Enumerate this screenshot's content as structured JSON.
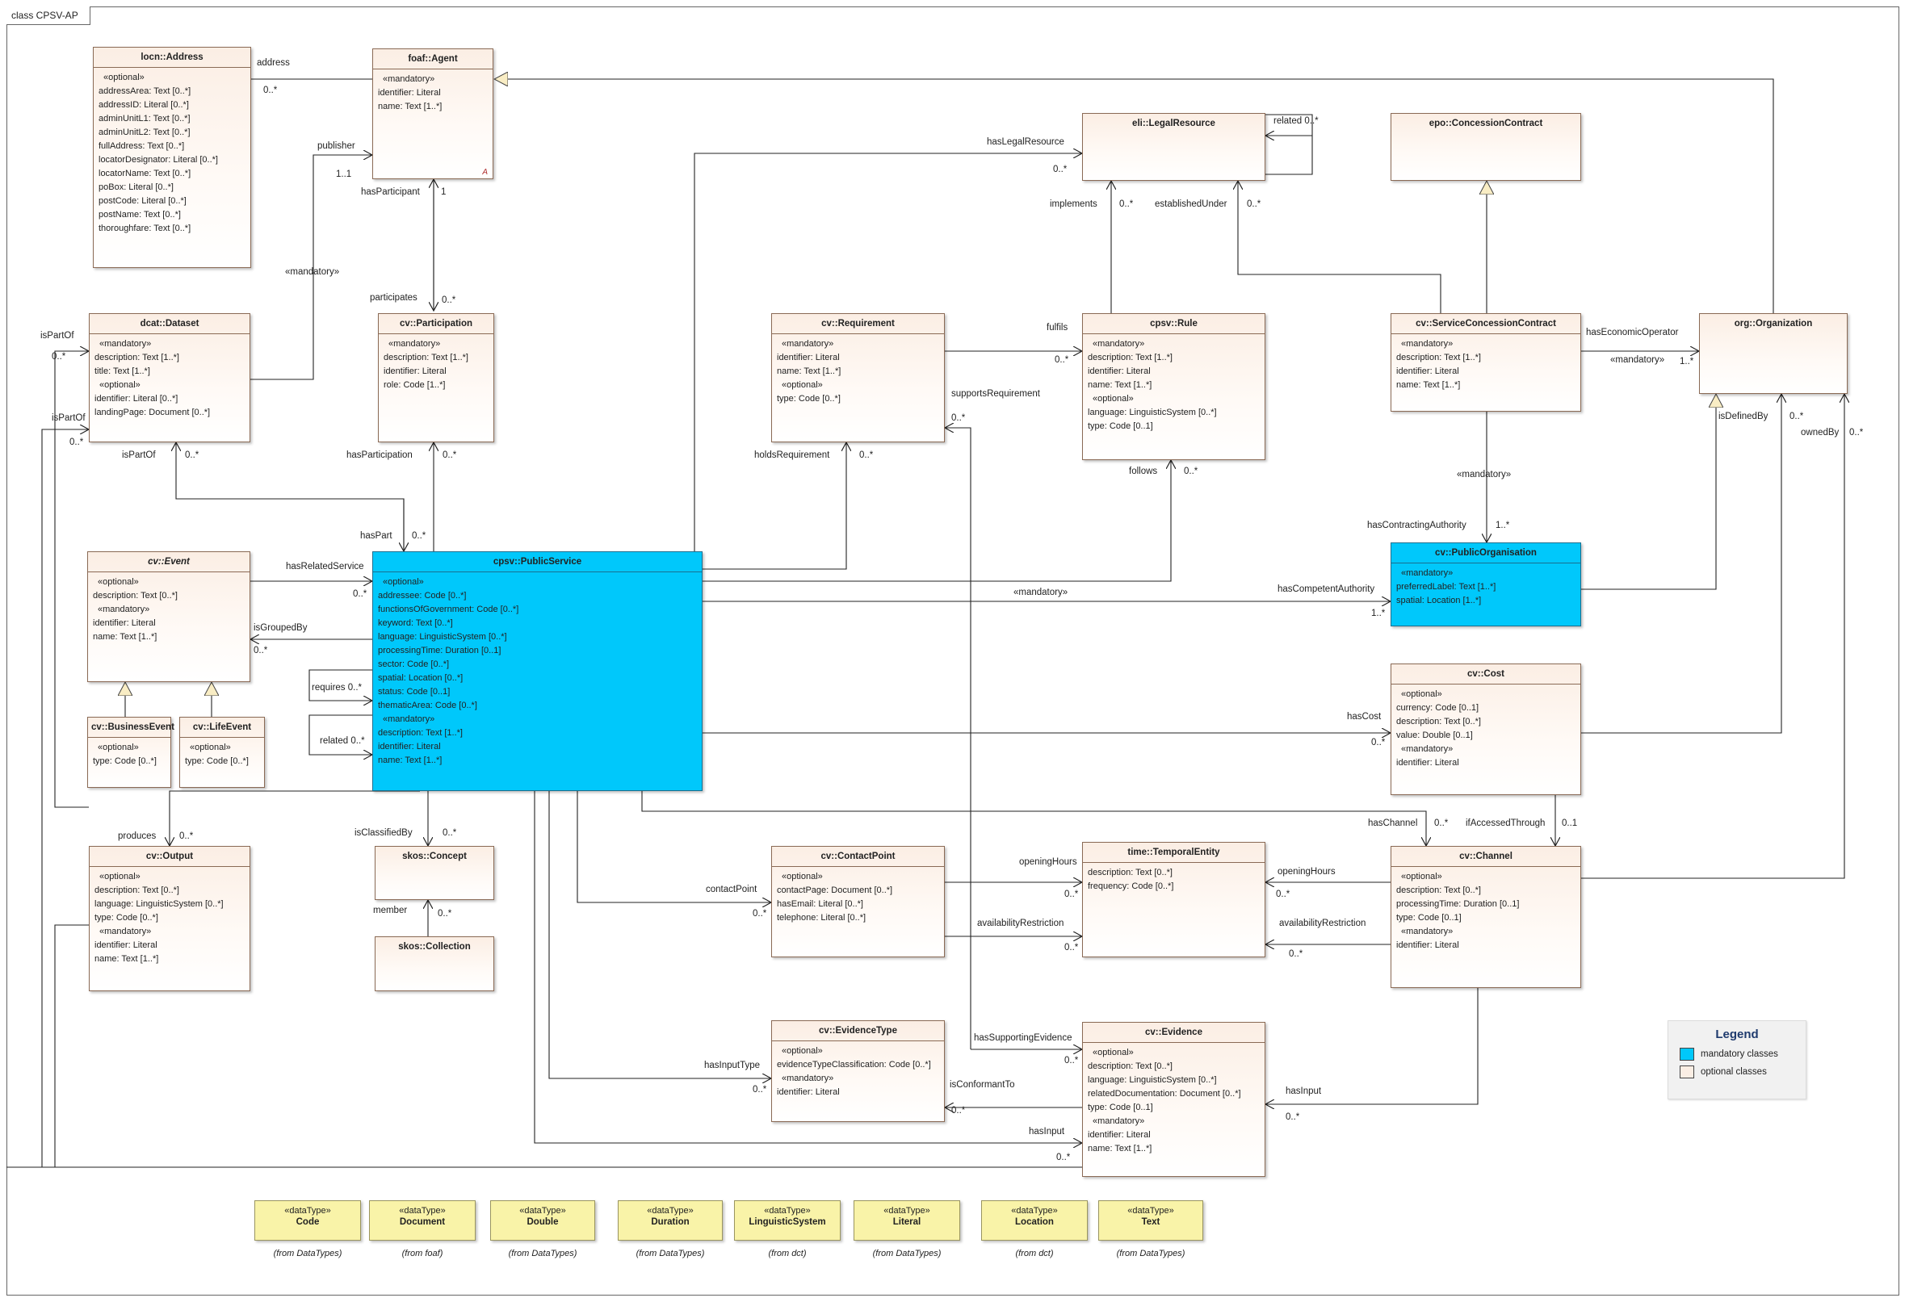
{
  "frame_title": "class CPSV-AP",
  "colors": {
    "mandatory": "#00c8fb",
    "optional": "#fbeee4",
    "datatype": "#f9f3a8"
  },
  "classes": {
    "address": {
      "name": "locn::Address",
      "lines": [
        "«optional»",
        "addressArea: Text [0..*]",
        "addressID: Literal [0..*]",
        "adminUnitL1: Text [0..*]",
        "adminUnitL2: Text [0..*]",
        "fullAddress: Text [0..*]",
        "locatorDesignator: Literal [0..*]",
        "locatorName: Text [0..*]",
        "poBox: Literal [0..*]",
        "postCode: Literal [0..*]",
        "postName: Text [0..*]",
        "thoroughfare: Text [0..*]"
      ]
    },
    "agent": {
      "name": "foaf::Agent",
      "lines": [
        "«mandatory»",
        "identifier: Literal",
        "name: Text [1..*]"
      ],
      "abstract_mark": "A"
    },
    "legal_resource": {
      "name": "eli::LegalResource",
      "lines": []
    },
    "concession_contract": {
      "name": "epo::ConcessionContract",
      "lines": []
    },
    "dataset": {
      "name": "dcat::Dataset",
      "lines": [
        "«mandatory»",
        "description: Text [1..*]",
        "title: Text [1..*]",
        "«optional»",
        "identifier: Literal [0..*]",
        "landingPage: Document [0..*]"
      ]
    },
    "participation": {
      "name": "cv::Participation",
      "lines": [
        "«mandatory»",
        "description: Text [1..*]",
        "identifier: Literal",
        "role: Code [1..*]"
      ]
    },
    "requirement": {
      "name": "cv::Requirement",
      "lines": [
        "«mandatory»",
        "identifier: Literal",
        "name: Text [1..*]",
        "«optional»",
        "type: Code [0..*]"
      ]
    },
    "rule": {
      "name": "cpsv::Rule",
      "lines": [
        "«mandatory»",
        "description: Text [1..*]",
        "identifier: Literal",
        "name: Text [1..*]",
        "«optional»",
        "language: LinguisticSystem [0..*]",
        "type: Code [0..1]"
      ]
    },
    "service_concession_contract": {
      "name": "cv::ServiceConcessionContract",
      "lines": [
        "«mandatory»",
        "description: Text [1..*]",
        "identifier: Literal",
        "name: Text [1..*]"
      ]
    },
    "organization": {
      "name": "org::Organization",
      "lines": []
    },
    "event": {
      "name": "cv::Event",
      "lines": [
        "«optional»",
        "description: Text [0..*]",
        "«mandatory»",
        "identifier: Literal",
        "name: Text [1..*]"
      ]
    },
    "public_service": {
      "name": "cpsv::PublicService",
      "lines": [
        "«optional»",
        "addressee: Code [0..*]",
        "functionsOfGovernment: Code [0..*]",
        "keyword: Text [0..*]",
        "language: LinguisticSystem [0..*]",
        "processingTime: Duration [0..1]",
        "sector: Code [0..*]",
        "spatial: Location [0..*]",
        "status: Code [0..1]",
        "thematicArea: Code [0..*]",
        "«mandatory»",
        "description: Text [1..*]",
        "identifier: Literal",
        "name: Text [1..*]"
      ]
    },
    "public_organisation": {
      "name": "cv::PublicOrganisation",
      "lines": [
        "«mandatory»",
        "preferredLabel: Text [1..*]",
        "spatial: Location [1..*]"
      ]
    },
    "business_event": {
      "name": "cv::BusinessEvent",
      "lines": [
        "«optional»",
        "type: Code [0..*]"
      ]
    },
    "life_event": {
      "name": "cv::LifeEvent",
      "lines": [
        "«optional»",
        "type: Code [0..*]"
      ]
    },
    "cost": {
      "name": "cv::Cost",
      "lines": [
        "«optional»",
        "currency: Code [0..1]",
        "description: Text [0..*]",
        "value: Double [0..1]",
        "«mandatory»",
        "identifier: Literal"
      ]
    },
    "output": {
      "name": "cv::Output",
      "lines": [
        "«optional»",
        "description: Text [0..*]",
        "language: LinguisticSystem [0..*]",
        "type: Code [0..*]",
        "«mandatory»",
        "identifier: Literal",
        "name: Text [1..*]"
      ]
    },
    "concept": {
      "name": "skos::Concept",
      "lines": []
    },
    "collection": {
      "name": "skos::Collection",
      "lines": []
    },
    "contact_point": {
      "name": "cv::ContactPoint",
      "lines": [
        "«optional»",
        "contactPage: Document [0..*]",
        "hasEmail: Literal [0..*]",
        "telephone: Literal [0..*]"
      ]
    },
    "temporal_entity": {
      "name": "time::TemporalEntity",
      "lines": [
        "description: Text [0..*]",
        "frequency: Code [0..*]"
      ]
    },
    "channel": {
      "name": "cv::Channel",
      "lines": [
        "«optional»",
        "description: Text [0..*]",
        "processingTime: Duration [0..1]",
        "type: Code [0..1]",
        "«mandatory»",
        "identifier: Literal"
      ]
    },
    "evidence_type": {
      "name": "cv::EvidenceType",
      "lines": [
        "«optional»",
        "evidenceTypeClassification: Code [0..*]",
        "«mandatory»",
        "identifier: Literal"
      ]
    },
    "evidence": {
      "name": "cv::Evidence",
      "lines": [
        "«optional»",
        "description: Text [0..*]",
        "language: LinguisticSystem [0..*]",
        "relatedDocumentation: Document [0..*]",
        "type: Code [0..1]",
        "«mandatory»",
        "identifier: Literal",
        "name: Text [1..*]"
      ]
    }
  },
  "datatypes": [
    {
      "stereotype": "«dataType»",
      "name": "Code",
      "from": "(from DataTypes)"
    },
    {
      "stereotype": "«dataType»",
      "name": "Document",
      "from": "(from foaf)"
    },
    {
      "stereotype": "«dataType»",
      "name": "Double",
      "from": "(from DataTypes)"
    },
    {
      "stereotype": "«dataType»",
      "name": "Duration",
      "from": "(from DataTypes)"
    },
    {
      "stereotype": "«dataType»",
      "name": "LinguisticSystem",
      "from": "(from dct)"
    },
    {
      "stereotype": "«dataType»",
      "name": "Literal",
      "from": "(from DataTypes)"
    },
    {
      "stereotype": "«dataType»",
      "name": "Location",
      "from": "(from dct)"
    },
    {
      "stereotype": "«dataType»",
      "name": "Text",
      "from": "(from DataTypes)"
    }
  ],
  "labels": {
    "address": "address",
    "m_0n": "0..*",
    "one_one": "1..1",
    "one": "1",
    "one_n": "1..*",
    "zero_one": "0..1",
    "publisher": "publisher",
    "hasParticipant": "hasParticipant",
    "mandatory": "«mandatory»",
    "participates": "participates",
    "isPartOf": "isPartOf",
    "hasParticipation": "hasParticipation",
    "hasPart": "hasPart",
    "hasLegalResource": "hasLegalResource",
    "related_0n": "related 0..*",
    "implements": "implements",
    "establishedUnder": "establishedUnder",
    "fulfils": "fulfils",
    "supportsRequirement": "supportsRequirement",
    "holdsRequirement": "holdsRequirement",
    "follows": "follows",
    "hasEconomicOperator": "hasEconomicOperator",
    "isDefinedBy": "isDefinedBy",
    "ownedBy": "ownedBy",
    "hasContractingAuthority": "hasContractingAuthority",
    "hasRelatedService": "hasRelatedService",
    "isGroupedBy": "isGroupedBy",
    "hasCompetentAuthority": "hasCompetentAuthority",
    "requires_0n": "requires 0..*",
    "related_0n_b": "related 0..*",
    "hasCost": "hasCost",
    "produces": "produces",
    "isClassifiedBy": "isClassifiedBy",
    "member": "member",
    "hasChannel": "hasChannel",
    "ifAccessedThrough": "ifAccessedThrough",
    "openingHours": "openingHours",
    "contactPoint": "contactPoint",
    "availabilityRestriction": "availabilityRestriction",
    "hasSupportingEvidence": "hasSupportingEvidence",
    "hasInputType": "hasInputType",
    "isConformantTo": "isConformantTo",
    "hasInput": "hasInput"
  },
  "legend": {
    "title": "Legend",
    "mandatory": "mandatory classes",
    "optional": "optional classes"
  }
}
